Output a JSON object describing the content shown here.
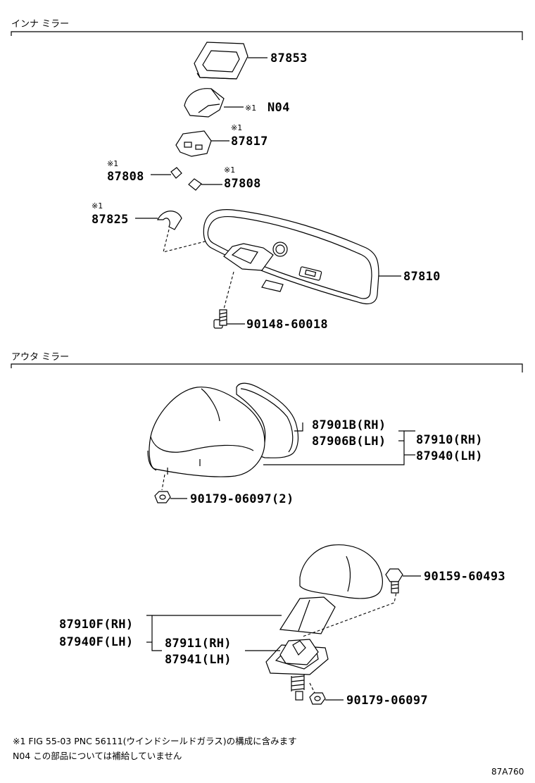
{
  "sections": {
    "inner_mirror": "インナ ミラー",
    "outer_mirror": "アウタ ミラー"
  },
  "ref_mark": "※1",
  "parts": {
    "p87853": "87853",
    "pN04": "N04",
    "p87817": "87817",
    "p87808_left": "87808",
    "p87808_right": "87808",
    "p87825": "87825",
    "p87810": "87810",
    "p90148": "90148-60018",
    "p87901B": "87901B(RH)",
    "p87906B": "87906B(LH)",
    "p87910": "87910(RH)",
    "p87940": "87940(LH)",
    "p90179_2": "90179-06097(2)",
    "p90159": "90159-60493",
    "p87910F": "87910F(RH)",
    "p87940F": "87940F(LH)",
    "p87911": "87911(RH)",
    "p87941": "87941(LH)",
    "p90179": "90179-06097"
  },
  "notes": {
    "note1": "※1 FIG 55-03 PNC 56111(ウインドシールドガラス)の構成に含みます",
    "note2": "N04 この部品については補給していません"
  },
  "figure_code": "87A760"
}
